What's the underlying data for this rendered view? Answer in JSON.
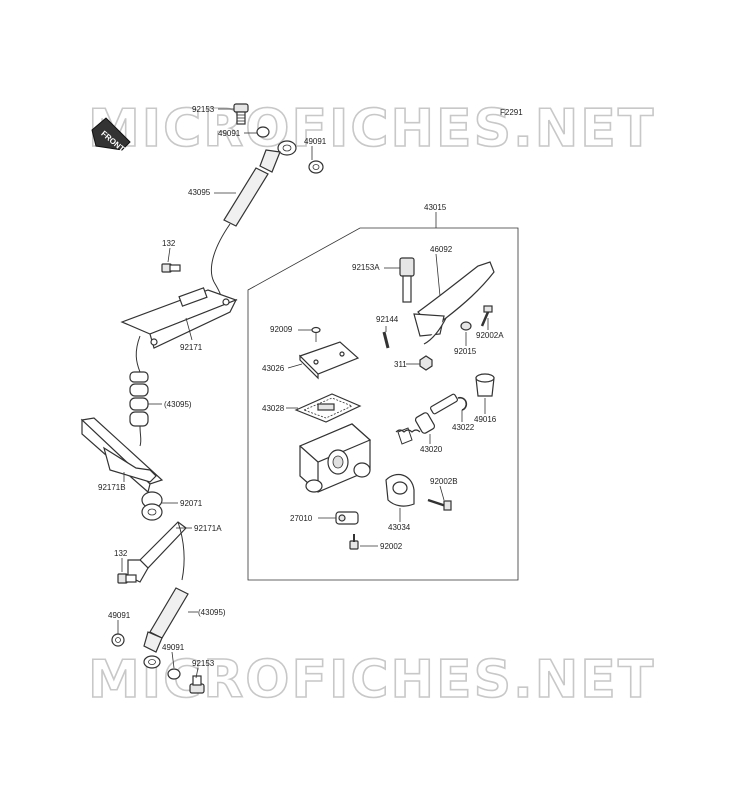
{
  "watermark": {
    "text": "MICROFICHES.NET"
  },
  "figure_code": "F2291",
  "front_badge": "FRONT",
  "assembly_label": "43015",
  "labels": {
    "p92153_top": "92153",
    "p49091_top_left": "49091",
    "p49091_top_right": "49091",
    "p43095_top": "43095",
    "p132_top": "132",
    "p92171": "92171",
    "p43095_mid": "(43095)",
    "p92171B": "92171B",
    "p92071": "92071",
    "p92171A": "92171A",
    "p132_bottom": "132",
    "p43095_bottom": "(43095)",
    "p49091_bottom_left": "49091",
    "p49091_bottom_right": "49091",
    "p92153_bottom": "92153",
    "p92153A": "92153A",
    "p46092": "46092",
    "p92009": "92009",
    "p92144": "92144",
    "p92002A": "92002A",
    "p43026": "43026",
    "p92015": "92015",
    "p311": "311",
    "p43028": "43028",
    "p43022": "43022",
    "p49016": "49016",
    "p43020": "43020",
    "p92002B": "92002B",
    "p27010": "27010",
    "p43034": "43034",
    "p92002": "92002"
  }
}
